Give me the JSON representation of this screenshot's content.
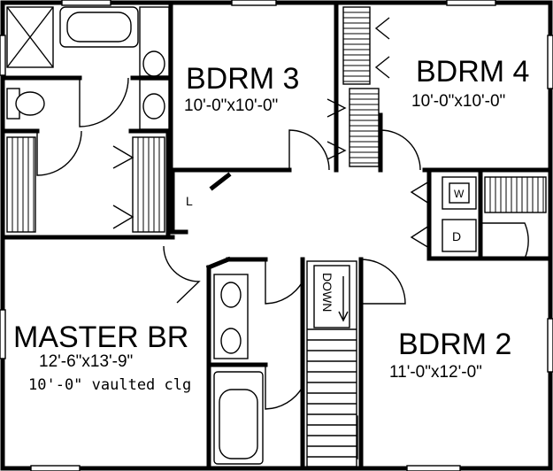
{
  "rooms": {
    "bdrm3": {
      "name": "BDRM 3",
      "size": "10'-0\"x10'-0\""
    },
    "bdrm4": {
      "name": "BDRM 4",
      "size": "10'-0\"x10'-0\""
    },
    "master": {
      "name": "MASTER BR",
      "size": "12'-6\"x13'-9\"",
      "note": "10'-0\" vaulted clg"
    },
    "bdrm2": {
      "name": "BDRM 2",
      "size": "11'-0\"x12'-0\""
    }
  },
  "stairs": {
    "label": "DOWN"
  },
  "fixtures": {
    "linen": "L",
    "washer": "W",
    "dryer": "D"
  }
}
